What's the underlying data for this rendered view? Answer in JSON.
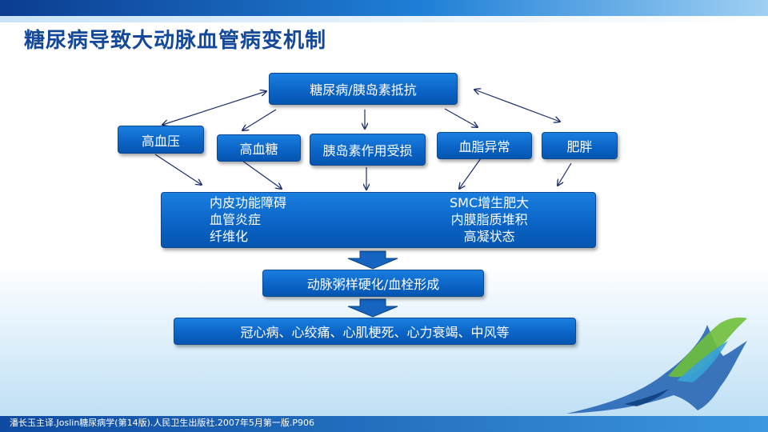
{
  "title": "糖尿病导致大动脉血管病变机制",
  "nodes": {
    "top": "糖尿病/胰岛素抵抗",
    "level2": [
      "高血压",
      "高血糖",
      "胰岛素作用受损",
      "血脂异常",
      "肥胖"
    ],
    "middle_left": [
      "内皮功能障碍",
      "血管炎症",
      "纤维化"
    ],
    "middle_right": [
      "SMC增生肥大",
      "内膜脂质堆积",
      "高凝状态"
    ],
    "atherosclerosis": "动脉粥样硬化/血栓形成",
    "outcomes": "冠心病、心绞痛、心肌梗死、心力衰竭、中风等"
  },
  "footnote": "潘长玉主译.Joslin糖尿病学(第14版).人民卫生出版社.2007年5月第一版.P906",
  "colors": {
    "title": "#14489a",
    "box": "#0a62c4",
    "arrow": "#1c2f6b",
    "big_arrow": "#1565c0"
  }
}
